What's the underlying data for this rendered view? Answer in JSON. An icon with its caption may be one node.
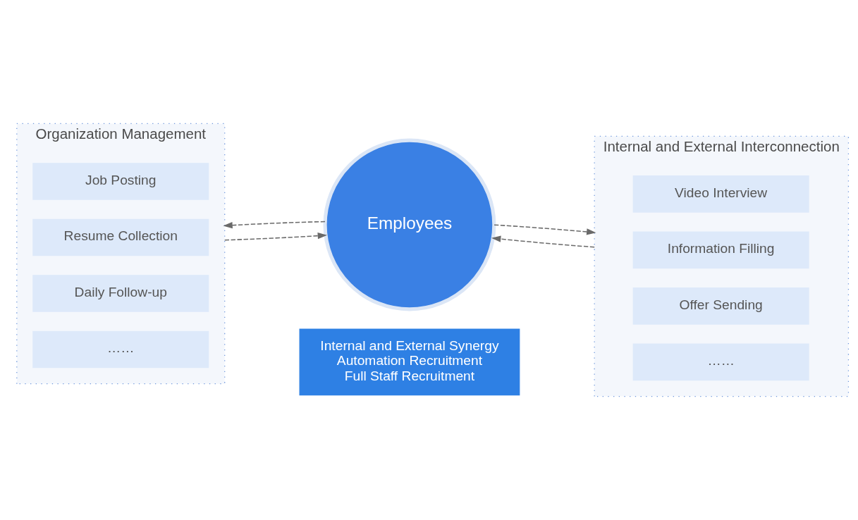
{
  "diagram": {
    "nodes": [
      {
        "text": [
          "Organization Management"
        ]
      },
      {
        "text": [
          "Job Posting"
        ],
        "in": 0
      },
      {
        "text": [
          "Resume Collection"
        ],
        "in": 0
      },
      {
        "text": [
          "Daily Follow-up"
        ],
        "in": 0
      },
      {
        "text": [
          "……"
        ],
        "in": 0
      },
      {
        "text": [
          "Employees"
        ]
      },
      {
        "text": [
          "Internal and External Interconnection"
        ]
      },
      {
        "text": [
          "Video Interview"
        ],
        "in": 6
      },
      {
        "text": [
          "Information Filling"
        ],
        "in": 6
      },
      {
        "text": [
          "Offer Sending"
        ],
        "in": 6
      },
      {
        "text": [
          "……"
        ],
        "in": 6
      },
      {
        "text": [
          "Internal and External Synergy",
          "Automation Recruitment",
          "Full Staff Recruitment"
        ]
      }
    ],
    "edges": [
      {
        "from": 0,
        "to": 5,
        "arrow": "to",
        "style": "dashed"
      },
      {
        "from": 5,
        "to": 0,
        "arrow": "to",
        "style": "dashed"
      },
      {
        "from": 5,
        "to": 6,
        "arrow": "to",
        "style": "dashed"
      },
      {
        "from": 6,
        "to": 5,
        "arrow": "to",
        "style": "dashed"
      }
    ]
  }
}
